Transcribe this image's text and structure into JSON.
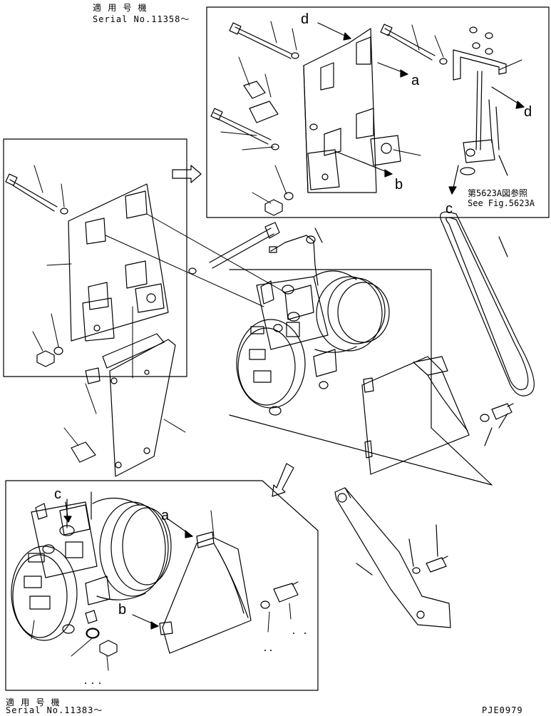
{
  "header_top": {
    "line1": "適 用 号 機",
    "line2": "Serial No.11358～"
  },
  "header_bottom": {
    "line1": "適 用 号 機",
    "line2": "Serial No.11383～"
  },
  "drawing_code": "PJE0979",
  "reference_note": {
    "jp": "第5623A図参照",
    "en": "See Fig.5623A"
  },
  "callouts": {
    "a": "a",
    "b": "b",
    "c": "c",
    "d": "d"
  }
}
